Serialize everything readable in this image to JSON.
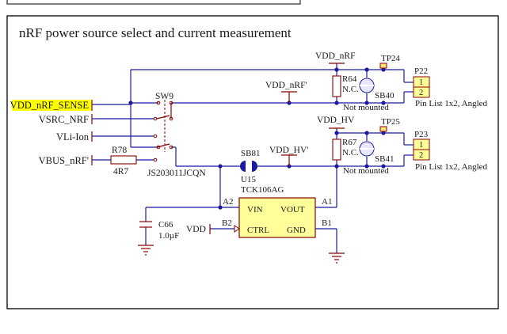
{
  "schematic": {
    "title": "nRF power source select and current measurement",
    "colors": {
      "wire": "#1a1a9e",
      "part": "#8b0000",
      "highlight": "#ffff00",
      "chip_fill": "#ffff99",
      "header_fill": "#ffff99",
      "tp_fill": "#ffe080"
    },
    "ports": {
      "vdd_nrf_sense": "VDD_nRF_SENSE",
      "vsrc_nrf": "VSRC_NRF",
      "vli_ion": "VLi-Ion",
      "vbus_nrf": "VBUS_nRF'"
    },
    "switch": {
      "ref": "SW9",
      "part": "JS203011JCQN"
    },
    "r78": {
      "ref": "R78",
      "value": "4R7"
    },
    "nets": {
      "vdd_nrf": "VDD_nRF",
      "vdd_nrf_prime": "VDD_nRF'",
      "vdd_hv": "VDD_HV",
      "vdd_hv_prime": "VDD_HV'",
      "vdd": "VDD"
    },
    "r64": {
      "ref": "R64",
      "value": "N.C."
    },
    "r67": {
      "ref": "R67",
      "value": "N.C."
    },
    "sb40": "SB40",
    "sb41": "SB41",
    "sb81": "SB81",
    "not_mounted": "Not mounted",
    "tp24": "TP24",
    "tp25": "TP25",
    "p22": {
      "ref": "P22",
      "desc": "Pin List 1x2, Angled",
      "pins": [
        "1",
        "2"
      ]
    },
    "p23": {
      "ref": "P23",
      "desc": "Pin List 1x2, Angled",
      "pins": [
        "1",
        "2"
      ]
    },
    "u15": {
      "ref": "U15",
      "part": "TCK106AG",
      "pins": {
        "vin": "VIN",
        "vout": "VOUT",
        "ctrl": "CTRL",
        "gnd": "GND"
      },
      "pin_numbers": {
        "a2": "A2",
        "a1": "A1",
        "b2": "B2",
        "b1": "B1"
      }
    },
    "c66": {
      "ref": "C66",
      "value": "1.0µF"
    }
  }
}
